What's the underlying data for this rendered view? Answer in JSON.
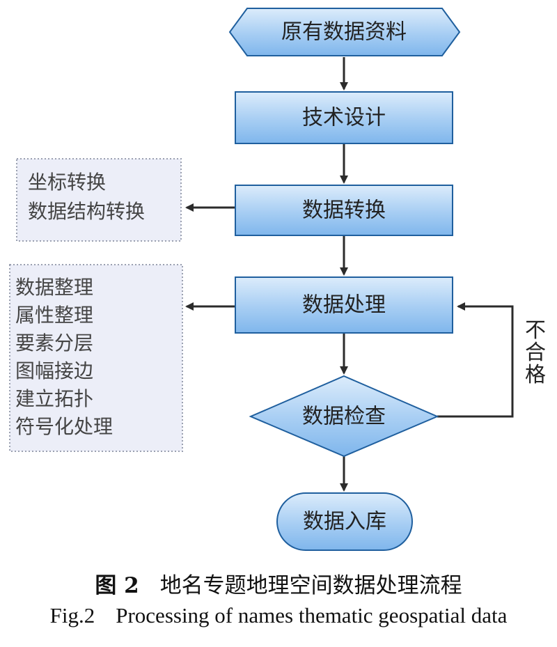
{
  "flow": {
    "start": "原有数据资料",
    "step1": "技术设计",
    "step2": "数据转换",
    "step3": "数据处理",
    "check": "数据检查",
    "end": "数据入库",
    "fail_label": "不合格"
  },
  "notes": {
    "conversion": [
      "坐标转换",
      "数据结构转换"
    ],
    "processing": [
      "数据整理",
      "属性整理",
      "要素分层",
      "图幅接边",
      "建立拓扑",
      "符号化处理"
    ]
  },
  "caption": {
    "cn_number": "图 2",
    "cn_title": "地名专题地理空间数据处理流程",
    "en_number": "Fig.2",
    "en_title": "Processing of names thematic geospatial data"
  },
  "colors": {
    "node_fill_top": "#dcecfb",
    "node_fill_bottom": "#7fb6ec",
    "node_stroke": "#1f5f9e",
    "note_fill": "#eceef8",
    "note_border": "#9aa0b0",
    "arrow": "#2b2b2b"
  }
}
